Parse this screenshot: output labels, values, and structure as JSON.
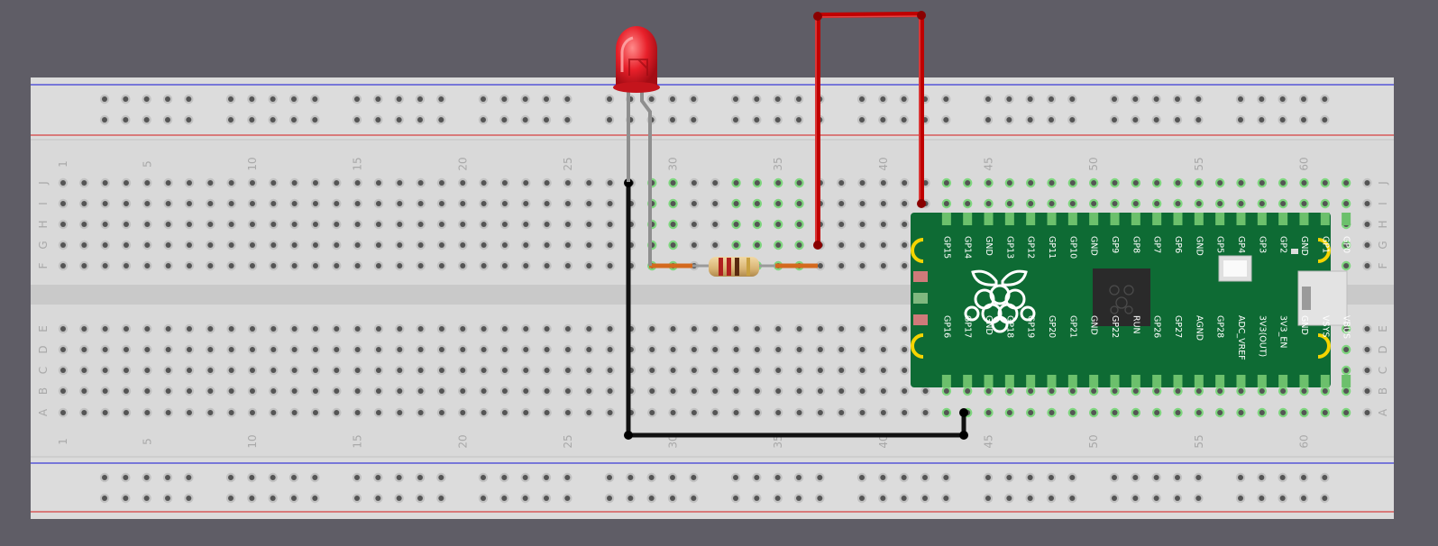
{
  "breadboard": {
    "column_numbers": [
      "1",
      "5",
      "10",
      "15",
      "20",
      "25",
      "30",
      "35",
      "40",
      "45",
      "50",
      "55",
      "60"
    ],
    "row_letters_top": [
      "J",
      "I",
      "H",
      "G",
      "F"
    ],
    "row_letters_bottom": [
      "E",
      "D",
      "C",
      "B",
      "A"
    ]
  },
  "pico": {
    "top_pins": [
      "GP15",
      "GP14",
      "GND",
      "GP13",
      "GP12",
      "GP11",
      "GP10",
      "GND",
      "GP9",
      "GP8",
      "GP7",
      "GP6",
      "GND",
      "GP5",
      "GP4",
      "GP3",
      "GP2",
      "GND",
      "GP1",
      "GP0"
    ],
    "bottom_pins": [
      "GP16",
      "GP17",
      "GND",
      "GP18",
      "GP19",
      "GP20",
      "GP21",
      "GND",
      "GP22",
      "RUN",
      "GP26",
      "GP27",
      "AGND",
      "GP28",
      "ADC_VREF",
      "3V3(OUT)",
      "3V3_EN",
      "GND",
      "VSYS",
      "VBUS"
    ]
  },
  "colors": {
    "background": "#5f5d66",
    "breadboard": "#d9d9d9",
    "pico_board": "#0e6b34",
    "wire_red": "#c00000",
    "wire_black": "#111111",
    "led": "#e8202a",
    "rail_blue": "#3b3bd6",
    "rail_red": "#d64040"
  }
}
